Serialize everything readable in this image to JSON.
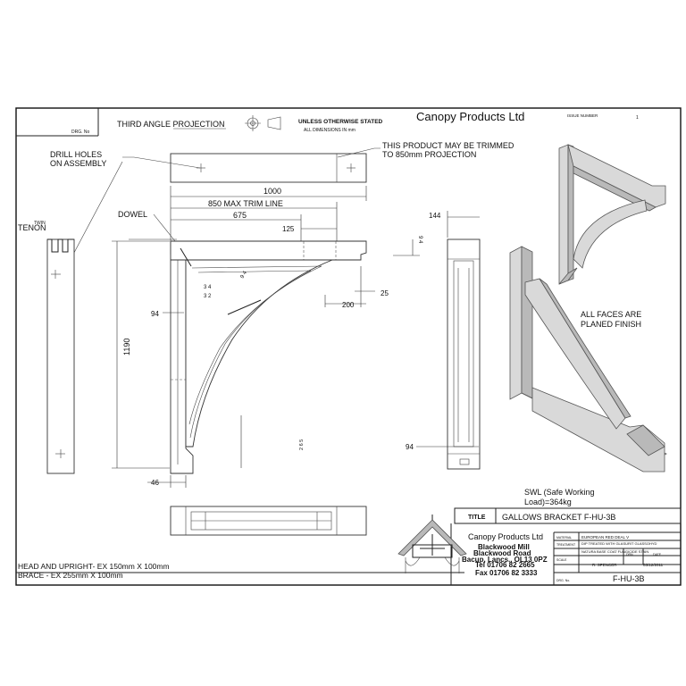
{
  "title_block": {
    "company": "Canopy Products Ltd",
    "issue_label": "ISSUE NUMBER",
    "issue_value": "1",
    "drg_no_label": "DRG. No",
    "projection": "THIRD ANGLE PROJECTION",
    "unless_line1": "UNLESS OTHERWISE STATED",
    "unless_line2": "ALL DIMENSIONS IN mm",
    "title_label": "TITLE",
    "title_value": "GALLOWS BRACKET F-HU-3B",
    "swl_line1": "SWL (Safe Working",
    "swl_line2": "Load)=364kg",
    "material_label": "MATERIAL",
    "material_value": "EUROPEAN RED DEAL V",
    "treatment_label": "TREATMENT",
    "treatment_value1": "DIP TREATED WITH GLASURIT GLASSOHYD",
    "treatment_value2": "NATURA BASE COAT FUNGICIDE STAIN",
    "scale_label": "SCALE",
    "drn_label": "DRN",
    "drn_value": "R. SPENCER",
    "date_label": "DATE",
    "date_value": "03/12/2011",
    "drg_no_bottom": "DRG. No.",
    "part_code": "F-HU-3B",
    "address": [
      "Canopy Products Ltd",
      "Blackwood Mill",
      "Blackwood Road",
      "Bacup, Lancs., OL13 0PZ",
      "Tel 01706 82 2665",
      "Fax 01706 82 3333"
    ]
  },
  "notes": {
    "drill_holes_1": "DRILL HOLES",
    "drill_holes_2": "ON ASSEMBLY",
    "trim_1": "THIS PRODUCT MAY BE TRIMMED",
    "trim_2": "TO 850mm PROJECTION",
    "dowel": "DOWEL",
    "twin": "TWIN",
    "tenon": "TENON",
    "faces_1": "ALL FACES ARE",
    "faces_2": "PLANED FINISH",
    "timber_1": "HEAD AND UPRIGHT- EX 150mm X 100mm",
    "timber_2": "BRACE - EX 255mm X 100mm"
  },
  "dimensions": {
    "d1000": "1000",
    "d850": "850 MAX TRIM LINE",
    "d675": "675",
    "d125": "125",
    "d144": "144",
    "d94a": "94",
    "d94b": "94",
    "d1190": "1190",
    "d200": "200",
    "d25": "25",
    "d46": "46",
    "d94c": "9 4",
    "d34": "3 4",
    "d32": "3 2",
    "d94side": "9 4",
    "d265": "2 6 5"
  }
}
